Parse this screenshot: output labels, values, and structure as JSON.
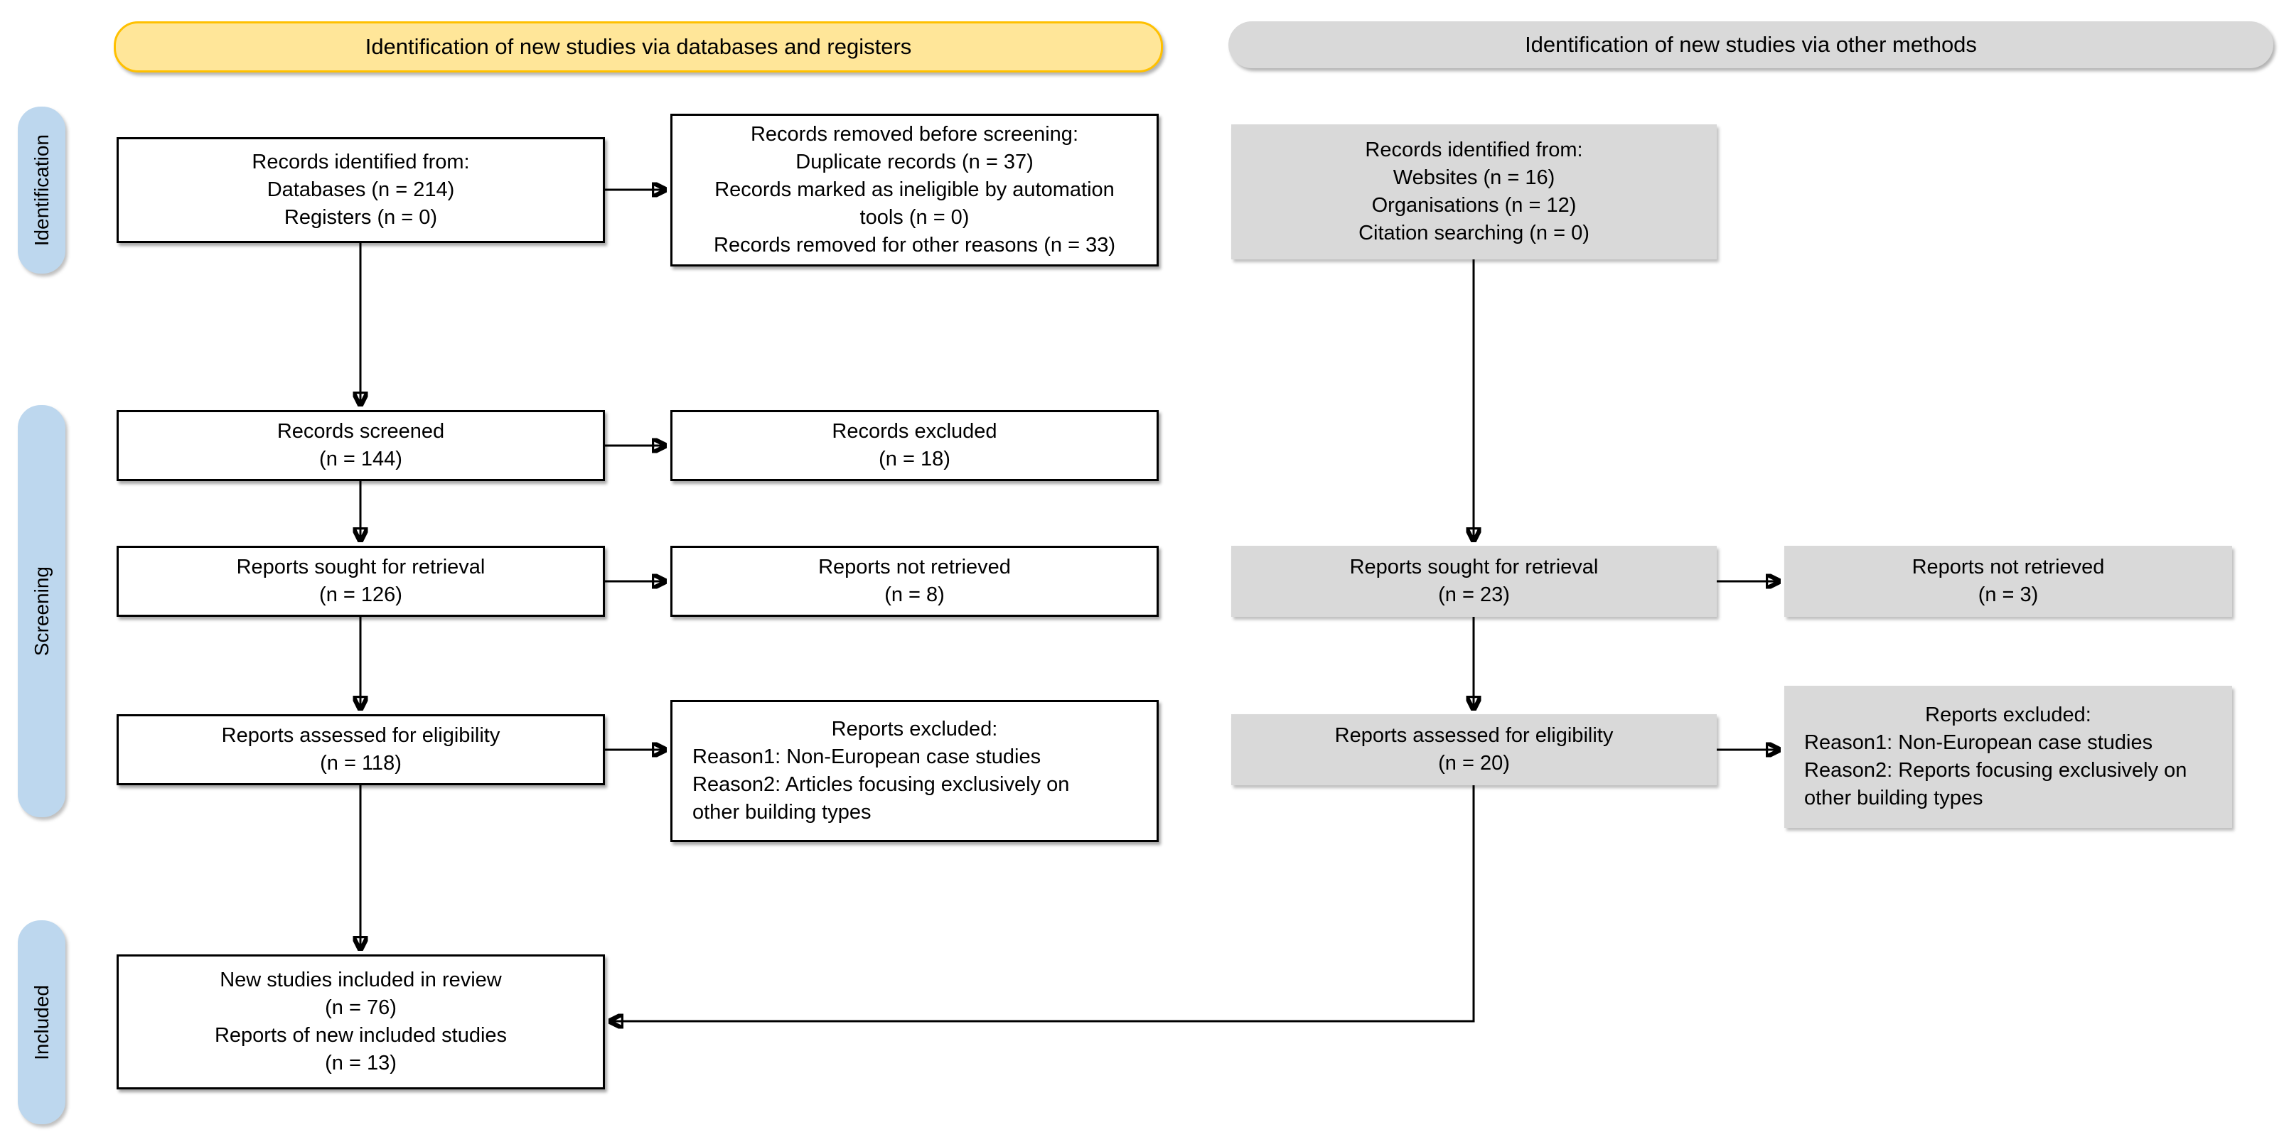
{
  "headers": {
    "left": "Identification of new studies via databases and registers",
    "right": "Identification of new studies via other methods"
  },
  "sidebar": {
    "identification": "Identification",
    "screening": "Screening",
    "included": "Included"
  },
  "boxes": {
    "records_identified_databases": "Records identified from:\nDatabases (n = 214)\nRegisters (n = 0)",
    "records_removed": "Records removed before screening:\nDuplicate records (n = 37)\nRecords marked as ineligible by automation\ntools (n = 0)\nRecords removed for other reasons (n = 33)",
    "records_identified_other": "Records identified from:\nWebsites (n = 16)\nOrganisations (n = 12)\nCitation searching (n = 0)",
    "records_screened": "Records screened\n(n = 144)",
    "records_excluded": "Records excluded\n(n = 18)",
    "reports_sought_databases": "Reports sought for retrieval\n(n = 126)",
    "reports_not_retrieved_databases": "Reports not retrieved\n(n = 8)",
    "reports_sought_other": "Reports sought for retrieval\n(n = 23)",
    "reports_not_retrieved_other": "Reports not retrieved\n(n = 3)",
    "reports_assessed_databases": "Reports assessed for eligibility\n(n = 118)",
    "reports_excluded_databases_title": "Reports excluded:",
    "reports_excluded_databases_reasons": "Reason1: Non-European case studies\nReason2: Articles focusing exclusively on\nother building types",
    "reports_assessed_other": "Reports assessed for eligibility\n(n = 20)",
    "reports_excluded_other_title": "Reports excluded:",
    "reports_excluded_other_reasons": "Reason1: Non-European case studies\nReason2: Reports focusing exclusively on\nother building types",
    "included": "New studies included in review\n(n = 76)\nReports of new included studies\n(n = 13)"
  },
  "colors": {
    "header_left_bg": "#FFE699",
    "header_left_border": "#FFC000",
    "header_right_bg": "#D9D9D9",
    "stage_bg": "#BDD7EE",
    "gray_box_bg": "#D9D9D9",
    "white_box_border": "#000000",
    "arrow": "#000000"
  }
}
